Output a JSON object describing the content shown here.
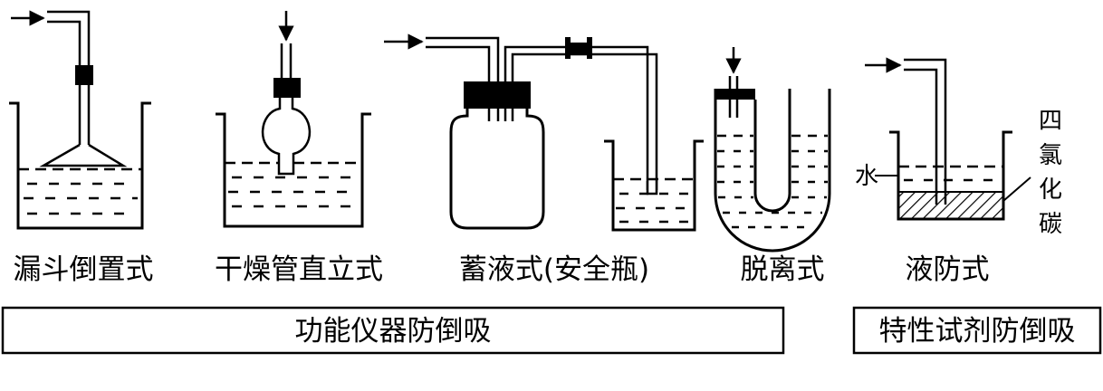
{
  "apparatus": [
    {
      "id": "inverted-funnel",
      "label": "漏斗倒置式"
    },
    {
      "id": "upright-drying-tube",
      "label": "干燥管直立式"
    },
    {
      "id": "safety-bottle",
      "label": "蓄液式(安全瓶)"
    },
    {
      "id": "u-tube",
      "label": "脱离式"
    },
    {
      "id": "liquid-layer",
      "label": "液防式"
    }
  ],
  "liquid_layer_labels": {
    "water": "水",
    "solvent_chars": [
      "四",
      "氯",
      "化",
      "碳"
    ]
  },
  "categories": {
    "functional": "功能仪器防倒吸",
    "reagent": "特性试剂防倒吸"
  },
  "colors": {
    "ink": "#000000",
    "paper": "#ffffff"
  }
}
